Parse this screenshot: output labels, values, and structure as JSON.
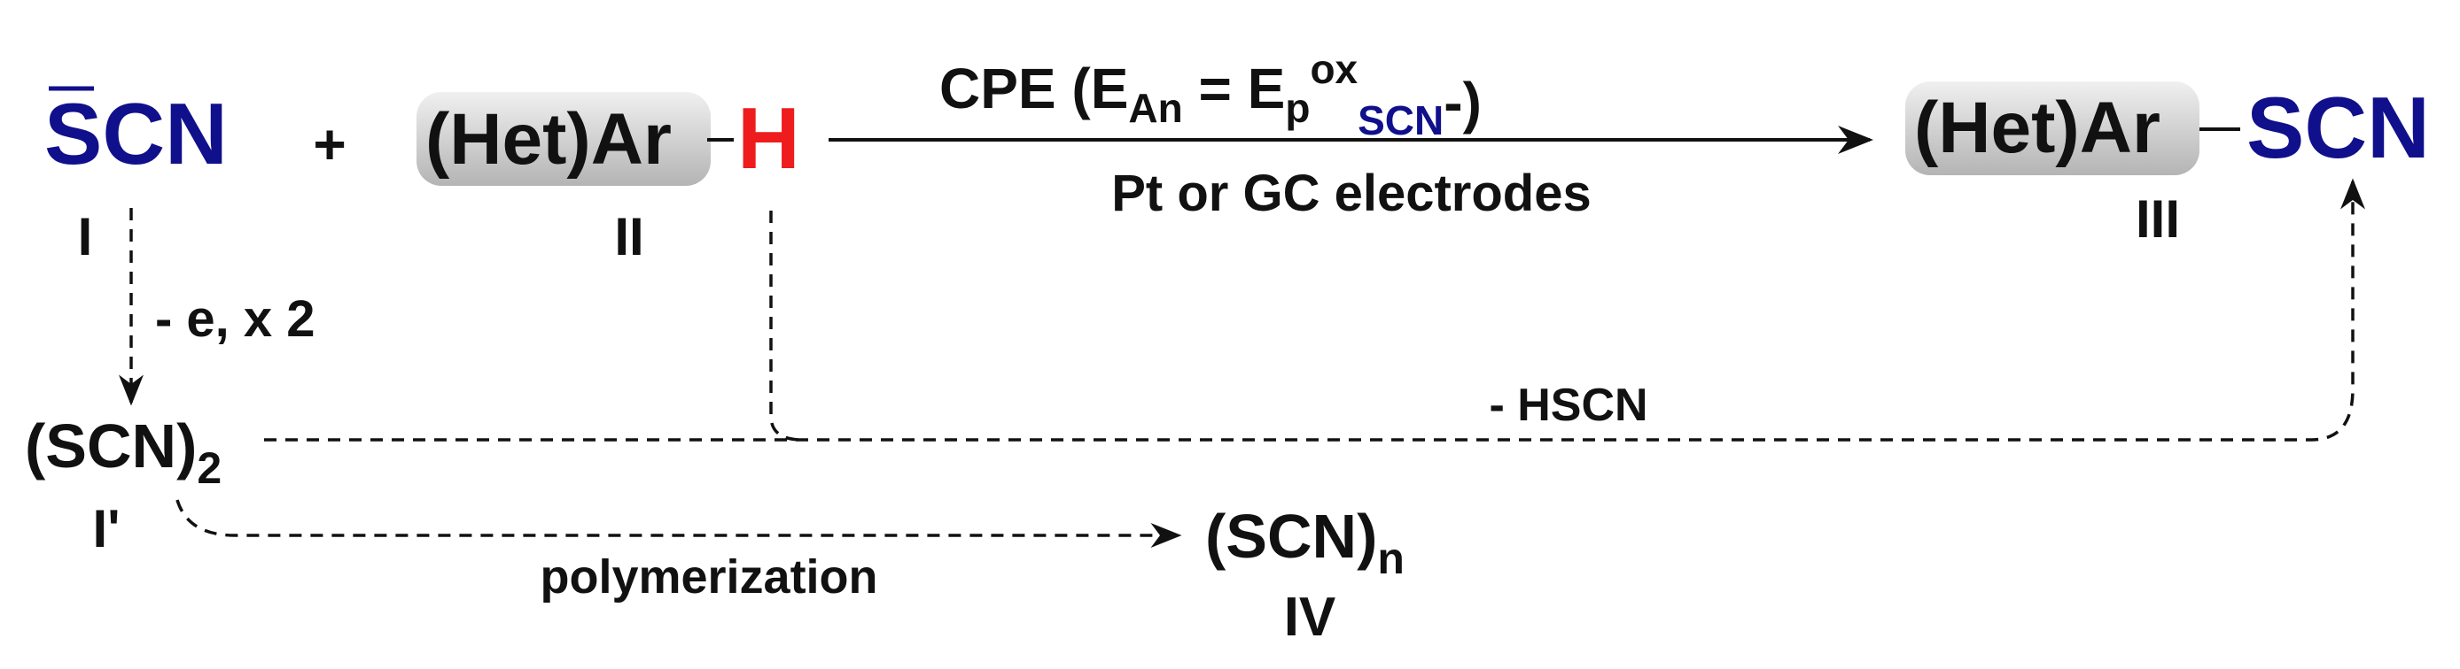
{
  "reagent_I": {
    "formula": "SCN",
    "label": "I"
  },
  "plus": "+",
  "substrate_II": {
    "group": "(Het)Ar",
    "atom": "H",
    "label": "II"
  },
  "arrow_main": {
    "cond_prefix": "CPE (E",
    "cond_sub_an": "An",
    "cond_eq": " = E",
    "cond_sub_p": "p",
    "cond_sup_ox": "ox",
    "cond_sub_scn": "SCN",
    "cond_minus": "-",
    "cond_close": ")",
    "below": "Pt or GC electrodes"
  },
  "product_III": {
    "group": "(Het)Ar",
    "scn": "SCN",
    "label": "III"
  },
  "oxidation": {
    "text": "- e, x 2"
  },
  "intermediate_Iprime": {
    "formula": "(SCN)",
    "subscript": "2",
    "label": "I'"
  },
  "byproduct": {
    "text": "- HSCN"
  },
  "polymerization": {
    "text": "polymerization"
  },
  "polymer_IV": {
    "formula": "(SCN)",
    "subscript": "n",
    "label": "IV"
  },
  "colors": {
    "thiocyanate": "#10108c",
    "hydrogen": "#ee1c1c",
    "text": "#111111"
  }
}
